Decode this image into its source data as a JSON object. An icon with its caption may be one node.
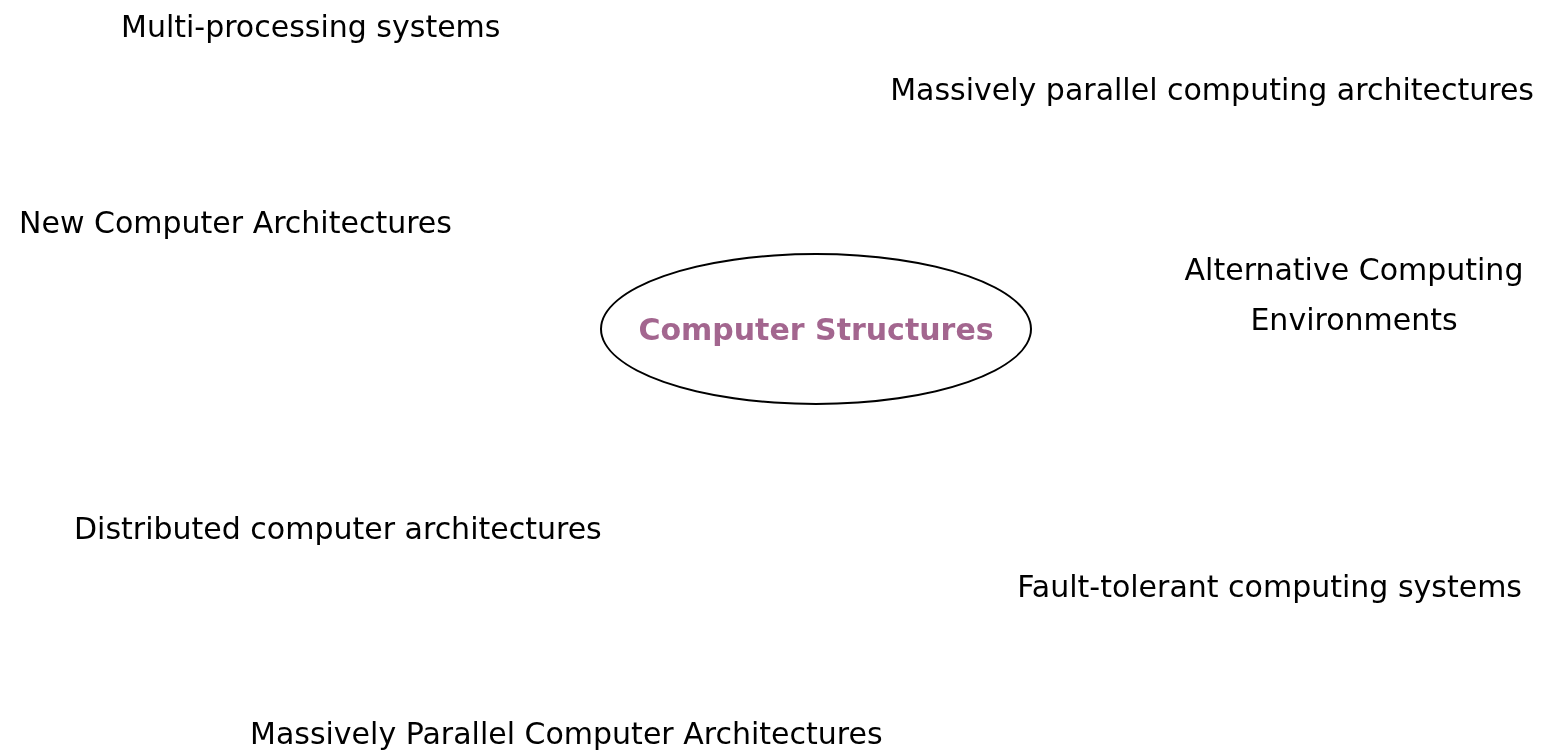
{
  "diagram": {
    "nodes": [
      {
        "text": [
          "Computer Structures"
        ]
      }
    ],
    "labels": [
      "Multi-processing systems",
      "Massively parallel computing architectures",
      "New Computer Architectures",
      "Alternative Computing Environments",
      "Distributed computer architectures",
      "Fault-tolerant computing systems",
      "Massively Parallel Computer Architectures"
    ]
  }
}
